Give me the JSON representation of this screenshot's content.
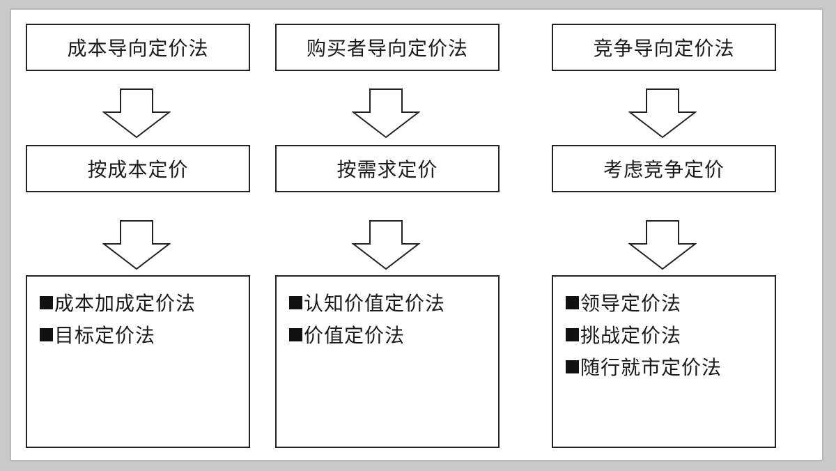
{
  "columns": [
    {
      "header": "成本导向定价法",
      "middle": "按成本定价",
      "methods": [
        "成本加成定价法",
        "目标定价法"
      ]
    },
    {
      "header": "购买者导向定价法",
      "middle": "按需求定价",
      "methods": [
        "认知价值定价法",
        "价值定价法"
      ]
    },
    {
      "header": "竞争导向定价法",
      "middle": "考虑竞争定价",
      "methods": [
        "领导定价法",
        "挑战定价法",
        "随行就市定价法"
      ]
    }
  ]
}
